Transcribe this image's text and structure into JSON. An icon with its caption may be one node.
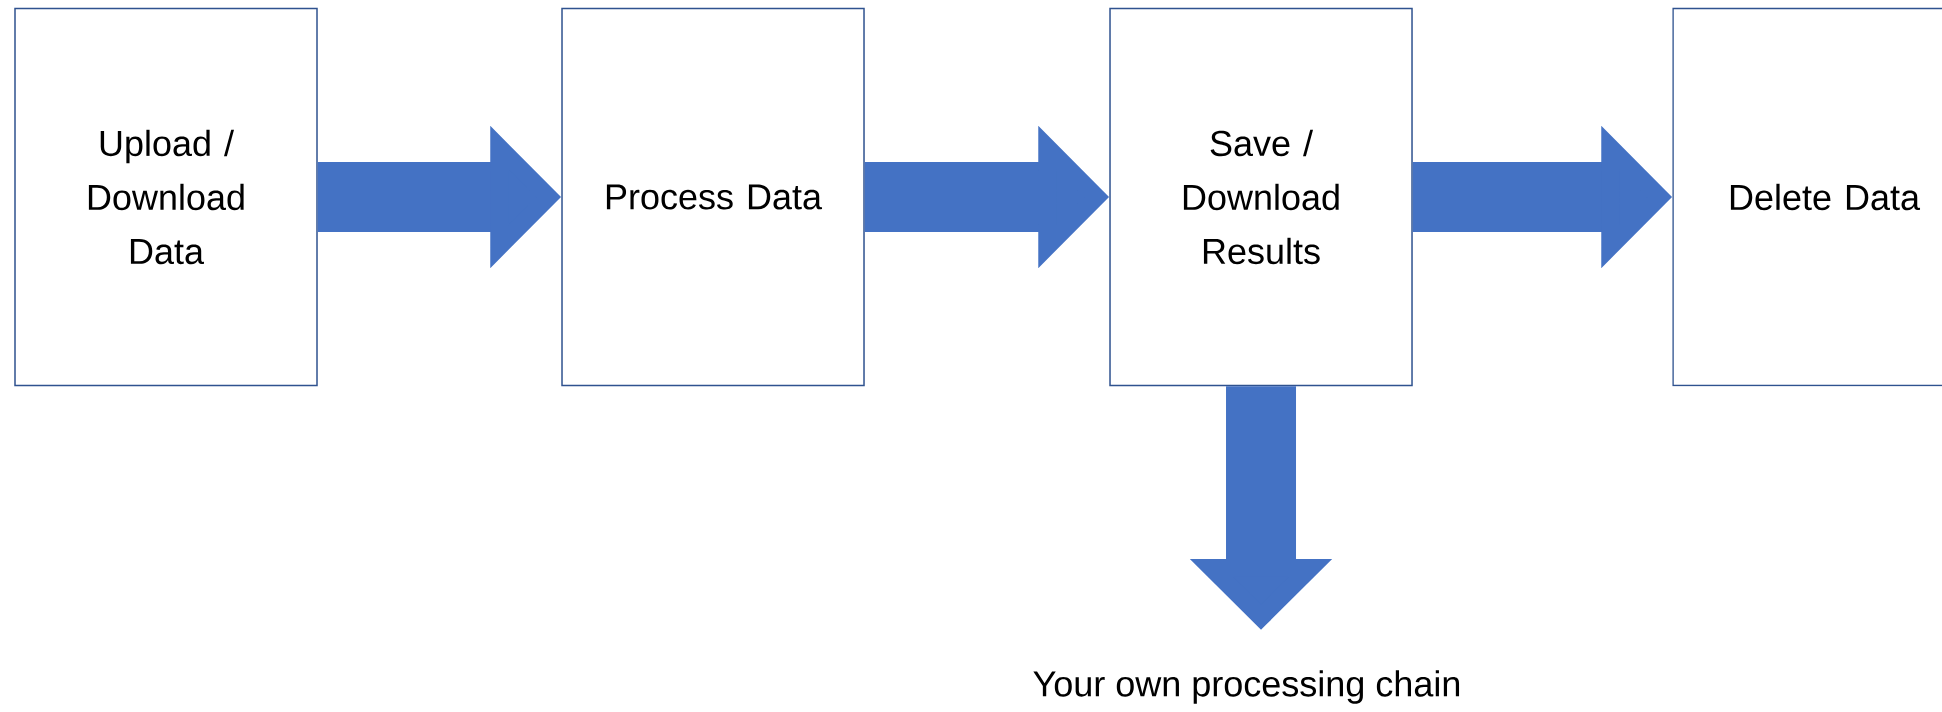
{
  "diagram": {
    "nodes": [
      {
        "text": [
          "Upload / Download Data"
        ]
      },
      {
        "text": [
          "Process Data"
        ]
      },
      {
        "text": [
          "Save / Download Results"
        ]
      },
      {
        "text": [
          "Delete Data"
        ]
      },
      {
        "text": [
          "Your own processing chain"
        ]
      }
    ],
    "edges": [
      {
        "from": 0,
        "to": 1,
        "arrow": "to"
      },
      {
        "from": 1,
        "to": 2,
        "arrow": "to"
      },
      {
        "from": 2,
        "to": 3,
        "arrow": "to"
      },
      {
        "from": 2,
        "to": 4,
        "arrow": "to"
      }
    ]
  }
}
